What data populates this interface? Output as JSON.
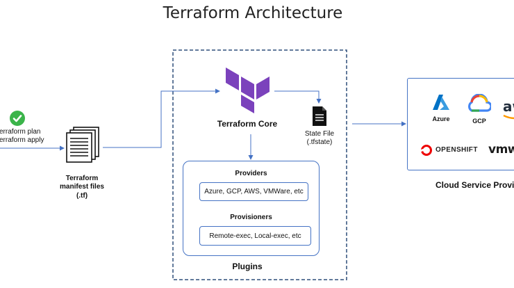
{
  "title": "Terraform Architecture",
  "commands": [
    "Terraform plan",
    "Terraform apply"
  ],
  "manifest_label": [
    "Terraform",
    "manifest files",
    "(.tf)"
  ],
  "core": {
    "label": "Terraform Core",
    "state_file": [
      "State File",
      "(.tfstate)"
    ]
  },
  "plugins": {
    "label": "Plugins",
    "providers_heading": "Providers",
    "providers_text": "Azure, GCP, AWS, VMWare, etc",
    "provisioners_heading": "Provisioners",
    "provisioners_text": "Remote-exec, Local-exec, etc"
  },
  "cloud": {
    "label": "Cloud Service Provic",
    "azure": "Azure",
    "gcp": "GCP",
    "aws": "aw",
    "openshift": "OPENSHIFT",
    "vmware": "vmwa"
  },
  "colors": {
    "terraform_purple": "#7b42bc",
    "accent_blue": "#4472c4",
    "check_green": "#3bb44a"
  },
  "icons": [
    "check-icon",
    "documents-icon",
    "terraform-logo",
    "document-icon",
    "azure-logo",
    "gcp-logo",
    "aws-logo",
    "openshift-logo",
    "vmware-logo"
  ]
}
